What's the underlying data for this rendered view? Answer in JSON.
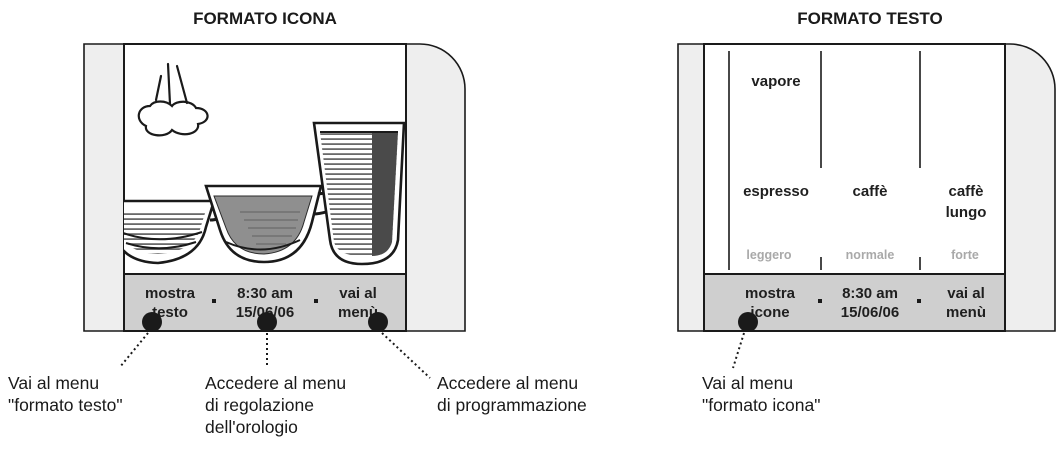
{
  "icon_format": {
    "title": "FORMATO ICONA",
    "bar": {
      "left": [
        "mostra",
        "testo"
      ],
      "center": [
        "8:30 am",
        "15/06/06"
      ],
      "right": [
        "vai al",
        "menù"
      ]
    }
  },
  "text_format": {
    "title": "FORMATO TESTO",
    "menu": {
      "steam": "vapore",
      "espresso": "espresso",
      "coffee": "caffè",
      "long_coffee": [
        "caffè",
        "lungo"
      ]
    },
    "strength": [
      "leggero",
      "normale",
      "forte"
    ],
    "bar": {
      "left": [
        "mostra",
        "icone"
      ],
      "center": [
        "8:30 am",
        "15/06/06"
      ],
      "right": [
        "vai al",
        "menù"
      ]
    }
  },
  "callouts": {
    "text_menu": [
      "Vai al menu",
      "\"formato testo\""
    ],
    "clock_menu": [
      "Accedere al menu",
      "di regolazione",
      "dell'orologio"
    ],
    "program_menu": [
      "Accedere al menu",
      "di programmazione"
    ],
    "icon_menu": [
      "Vai al menu",
      "\"formato icona\""
    ]
  },
  "colors": {
    "panel_fill": "#eeeeee",
    "screen_fill": "#ffffff",
    "status_bar": "#cfcfcf",
    "cup_fill": "#8f8f8f",
    "outline": "#1a1a1a"
  }
}
